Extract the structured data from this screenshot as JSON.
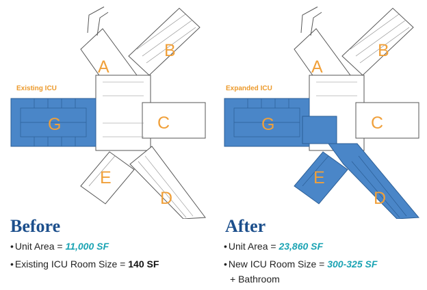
{
  "before": {
    "icu_label": "Existing ICU",
    "heading": "Before",
    "bullets": [
      {
        "label": "Unit Area = ",
        "value": "11,000 SF"
      },
      {
        "label": "Existing ICU Room Size = ",
        "value": "140 SF"
      }
    ],
    "wings": {
      "a": "A",
      "b": "B",
      "c": "C",
      "d": "D",
      "e": "E",
      "g": "G"
    }
  },
  "after": {
    "icu_label": "Expanded ICU",
    "heading": "After",
    "bullets": [
      {
        "label": "Unit Area = ",
        "value": "23,860 SF"
      },
      {
        "label": "New ICU Room Size = ",
        "value": "300-325 SF",
        "extra": "+ Bathroom"
      }
    ],
    "wings": {
      "a": "A",
      "b": "B",
      "c": "C",
      "d": "D",
      "e": "E",
      "g": "G"
    }
  },
  "colors": {
    "icu_blue": "#4a86c8",
    "heading_blue": "#1c4f8c",
    "accent_orange": "#f0a03a",
    "value_teal": "#1aa3b3"
  }
}
